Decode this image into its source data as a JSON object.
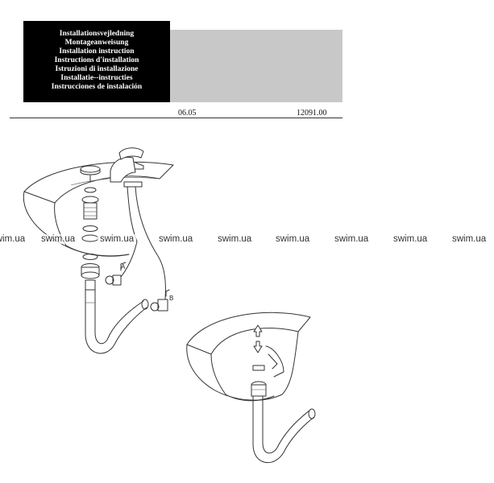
{
  "header": {
    "titles": [
      "Installationsvejledning",
      "Montageanweisung",
      "Installation instruction",
      "Instructions d'installation",
      "Istruzioni di installazione",
      "Installatie--instructies",
      "Instrucciones de instalación"
    ],
    "date": "06.05",
    "code": "12091.00"
  },
  "watermark": {
    "text": [
      "swim.ua",
      "swim.ua",
      "swim.ua",
      "swim.ua",
      "swim.ua",
      "swim.ua",
      "swim.ua",
      "swim.ua",
      "swim.ua"
    ]
  },
  "figure": {
    "label_a": "A",
    "label_b": "B"
  }
}
